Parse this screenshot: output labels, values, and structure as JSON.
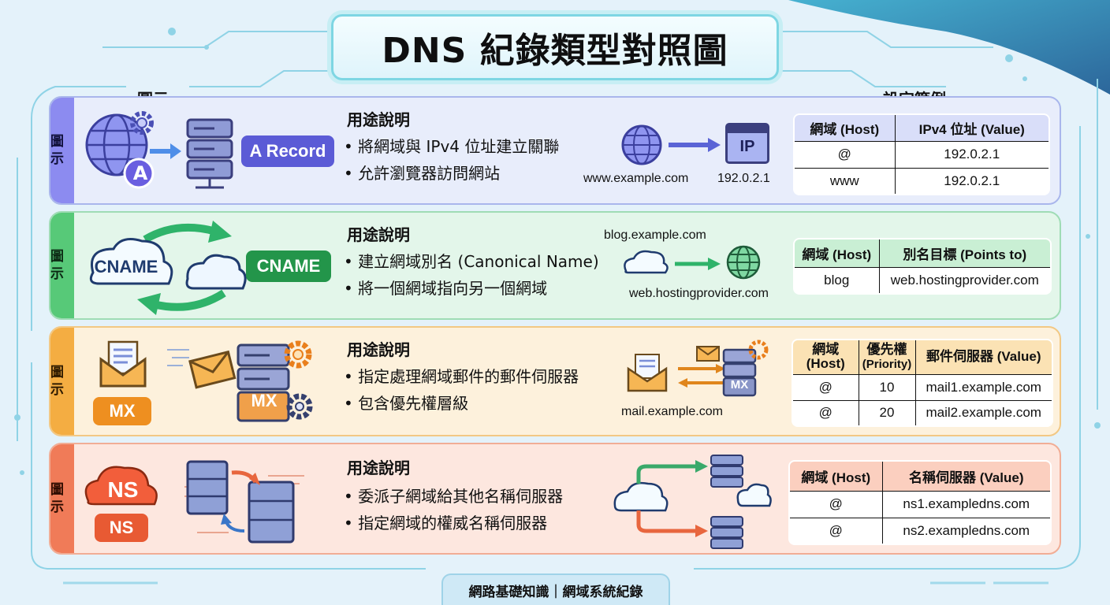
{
  "title": "DNS 紀錄類型對照圖",
  "header_left": "圖示",
  "header_right": "設定範例",
  "side_label": "圖示",
  "footer": "網路基礎知識｜網域系統紀錄",
  "colors": {
    "a": "#8c8bf0",
    "cname": "#57c978",
    "mx": "#f4ad42",
    "ns": "#f07b58"
  },
  "records": {
    "a": {
      "badge": "A Record",
      "icon_letter": "A",
      "desc_title": "用途說明",
      "desc": [
        "• 將網域與 IPv4 位址建立關聯",
        "• 允許瀏覽器訪問網站"
      ],
      "flow_from": "www.example.com",
      "flow_to": "192.0.2.1",
      "flow_box": "IP",
      "table": {
        "headers": [
          "網域 (Host)",
          "IPv4 位址 (Value)"
        ],
        "rows": [
          [
            "@",
            "192.0.2.1"
          ],
          [
            "www",
            "192.0.2.1"
          ]
        ]
      }
    },
    "cname": {
      "badge": "CNAME",
      "cloud_label": "CNAME",
      "desc_title": "用途說明",
      "desc": [
        "• 建立網域別名 (Canonical Name)",
        "• 將一個網域指向另一個網域"
      ],
      "flow_from": "blog.example.com",
      "flow_to": "web.hostingprovider.com",
      "table": {
        "headers": [
          "網域 (Host)",
          "別名目標 (Points to)"
        ],
        "rows": [
          [
            "blog",
            "web.hostingprovider.com"
          ]
        ]
      }
    },
    "mx": {
      "badge": "MX",
      "server_label": "MX",
      "desc_title": "用途說明",
      "desc": [
        "• 指定處理網域郵件的郵件伺服器",
        "• 包含優先權層級"
      ],
      "flow_from": "mail.example.com",
      "flow_box": "MX",
      "table": {
        "headers": [
          "網域 (Host)",
          "優先權 (Priority)",
          "郵件伺服器 (Value)"
        ],
        "header_lines": [
          [
            "網域",
            "(Host)"
          ],
          [
            "優先權",
            "(Priority)"
          ],
          [
            "郵件伺服器 (Value)"
          ]
        ],
        "rows": [
          [
            "@",
            "10",
            "mail1.example.com"
          ],
          [
            "@",
            "20",
            "mail2.example.com"
          ]
        ]
      }
    },
    "ns": {
      "badge": "NS",
      "cloud_label": "NS",
      "desc_title": "用途說明",
      "desc": [
        "• 委派子網域給其他名稱伺服器",
        "• 指定網域的權威名稱伺服器"
      ],
      "table": {
        "headers": [
          "網域 (Host)",
          "名稱伺服器 (Value)"
        ],
        "rows": [
          [
            "@",
            "ns1.exampledns.com"
          ],
          [
            "@",
            "ns2.exampledns.com"
          ]
        ]
      }
    }
  }
}
